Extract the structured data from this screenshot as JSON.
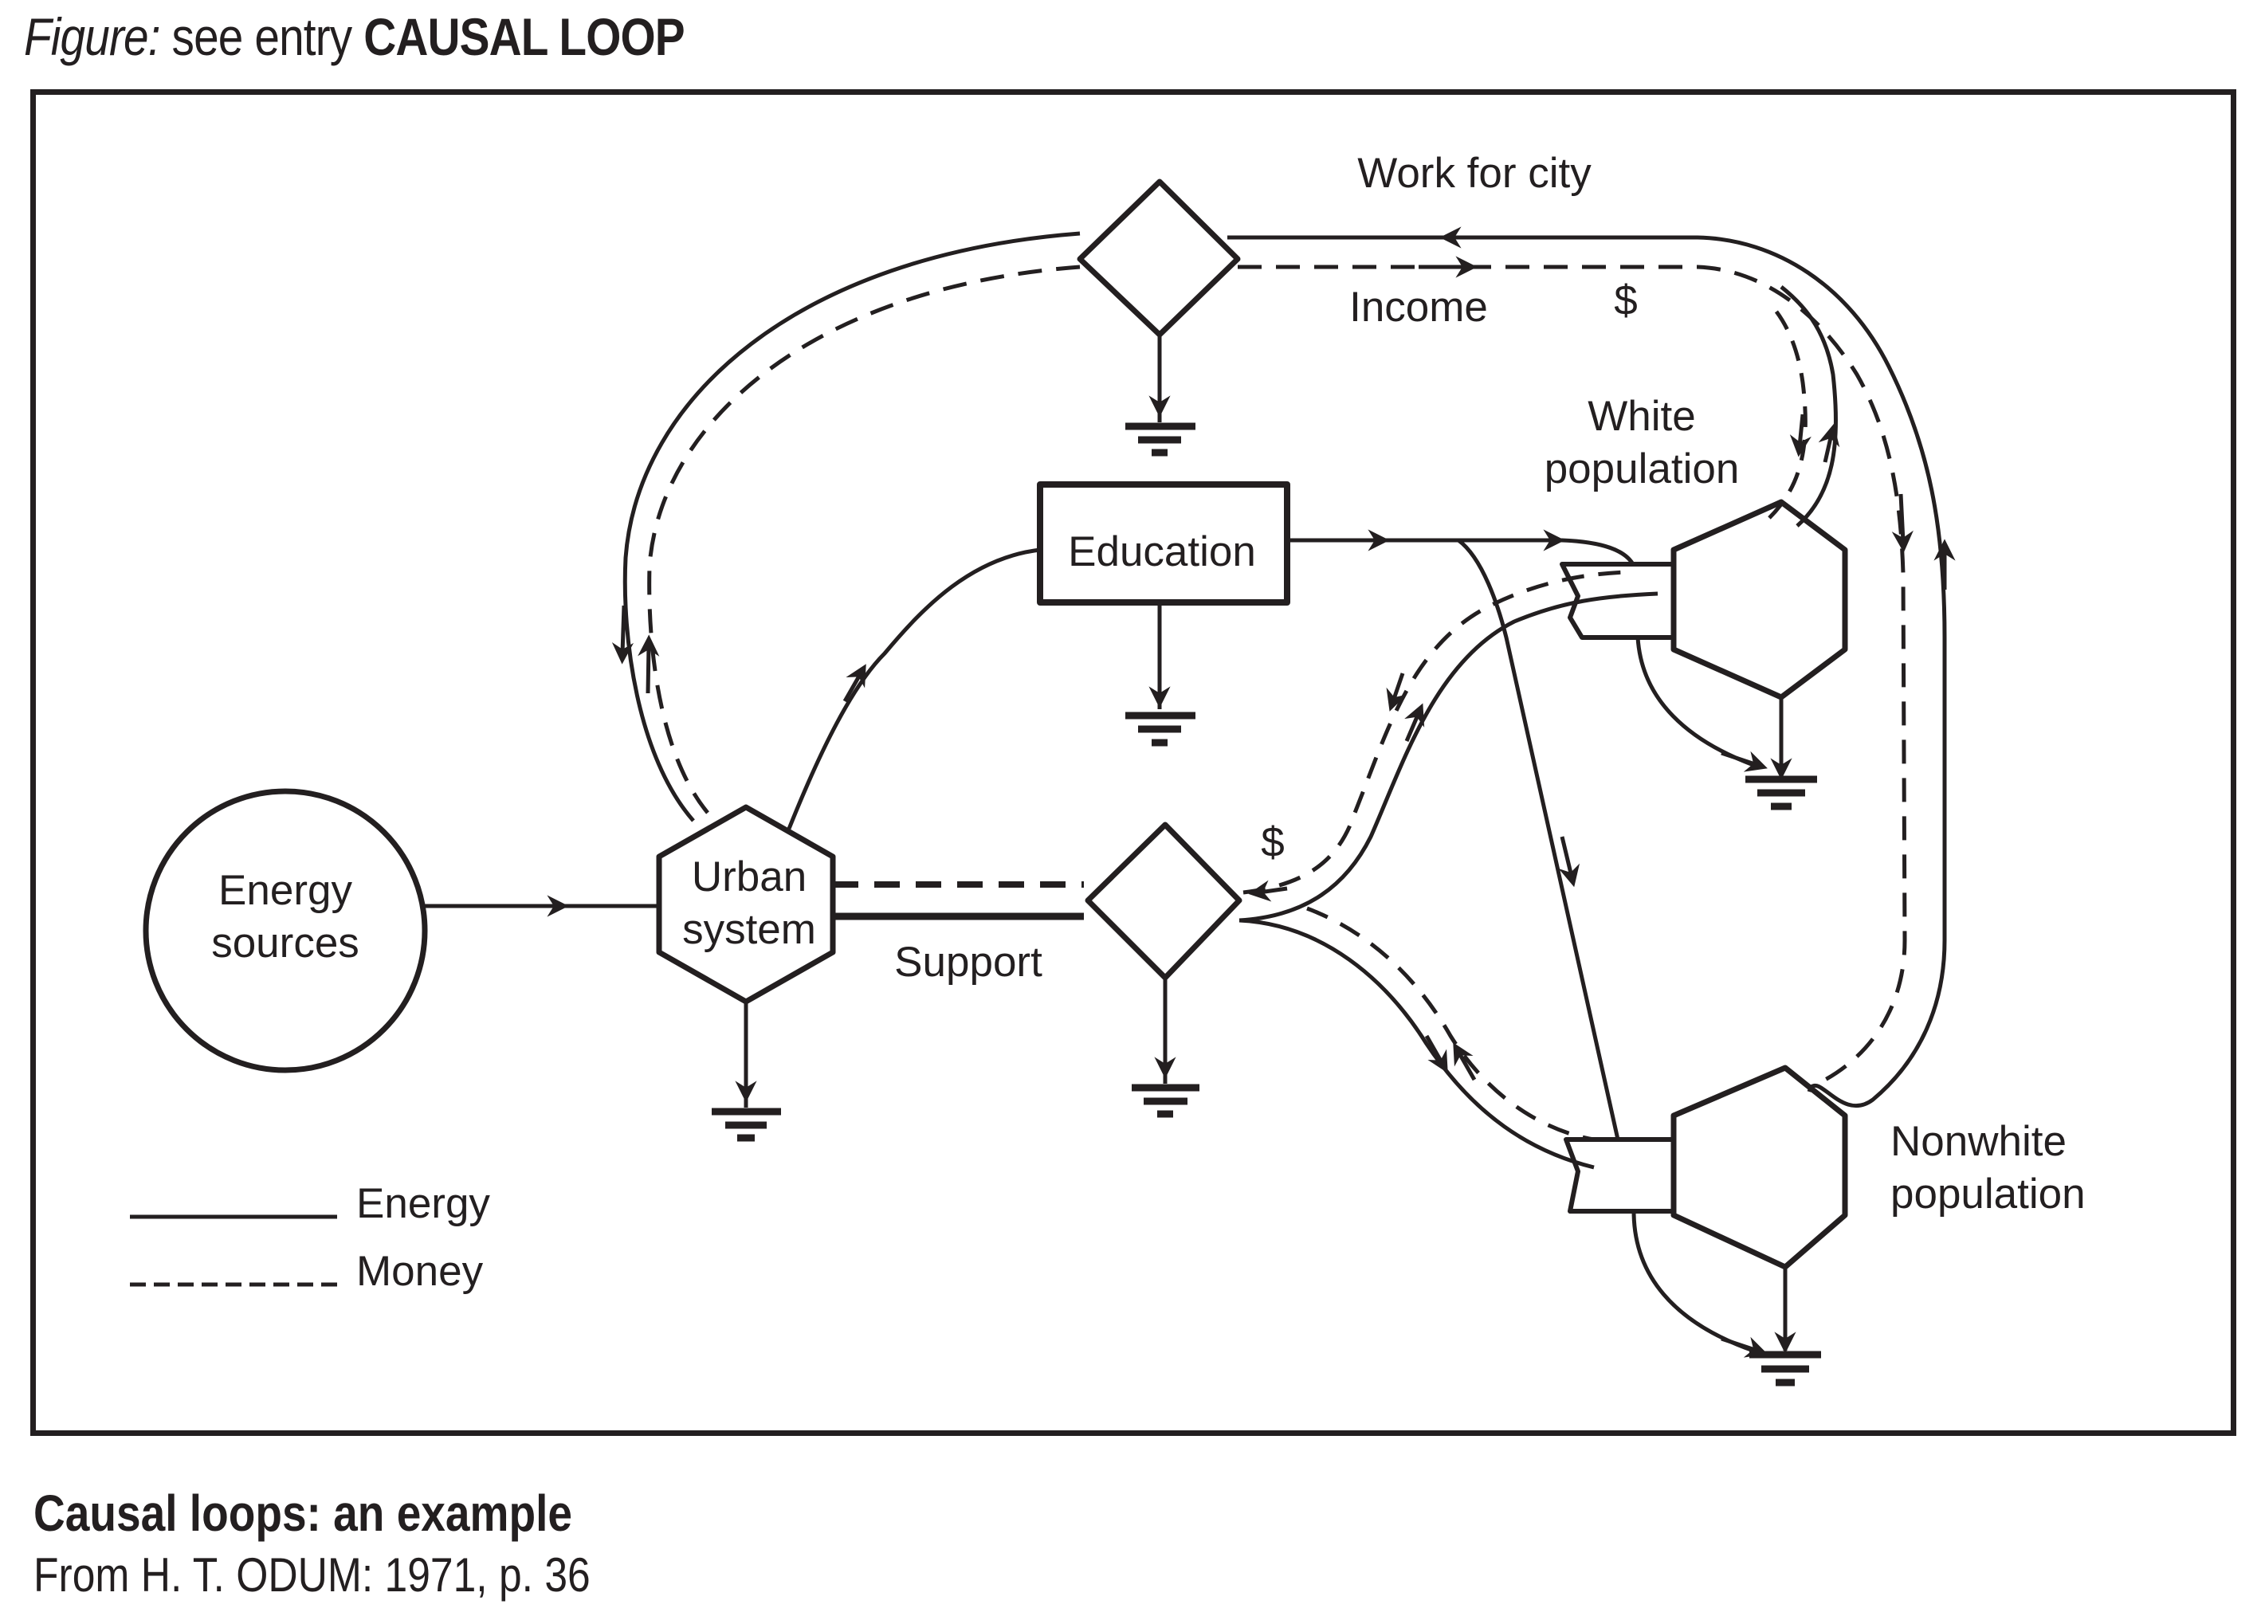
{
  "header": {
    "prefix": "Figure:",
    "middle": " see entry ",
    "entry": "CAUSAL LOOP"
  },
  "nodes": {
    "energy_sources": "Energy\nsources",
    "urban_system": "Urban\nsystem",
    "education": "Education",
    "white_population": "White\npopulation",
    "nonwhite_population": "Nonwhite\npopulation"
  },
  "flow_labels": {
    "work_for_city": "Work for city",
    "income": "Income",
    "dollar_top": "$",
    "dollar_mid": "$",
    "support": "Support"
  },
  "legend": [
    {
      "style": "solid",
      "label": "Energy"
    },
    {
      "style": "dashed",
      "label": "Money"
    }
  ],
  "caption": {
    "title": "Causal loops: an example",
    "source": "From H. T. ODUM: 1971, p. 36"
  },
  "colors": {
    "ink": "#231f20",
    "background": "#ffffff"
  }
}
